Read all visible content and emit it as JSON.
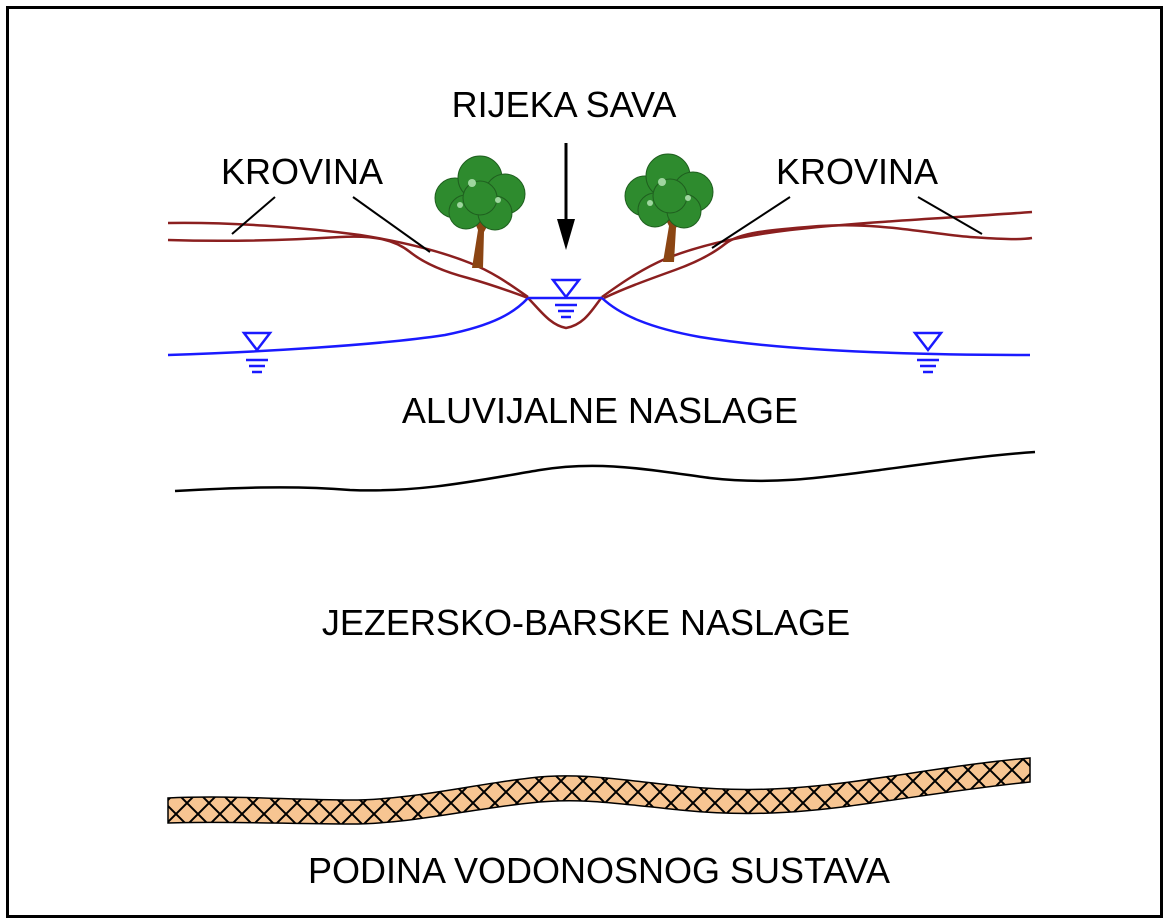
{
  "labels": {
    "river": "RIJEKA SAVA",
    "roof_left": "KROVINA",
    "roof_right": "KROVINA",
    "alluvial": "ALUVIJALNE NASLAGE",
    "lacustrine": "JEZERSKO-BARSKE NASLAGE",
    "base": "PODINA VODONOSNOG SUSTAVA"
  },
  "colors": {
    "roof_line": "#8b1f1f",
    "water_table": "#1a1aff",
    "base_fill": "#f7c592",
    "tree_foliage": "#2e8b2e",
    "tree_trunk": "#8b4513"
  },
  "icons": {
    "water_level": "water-level-symbol-icon",
    "tree": "tree-icon",
    "arrow": "arrow-down-icon"
  }
}
